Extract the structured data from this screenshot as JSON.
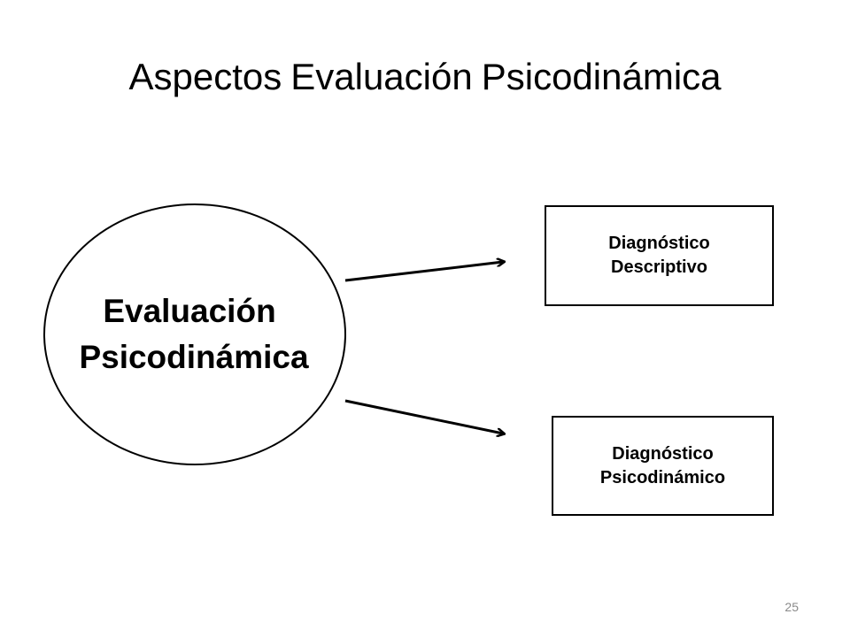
{
  "slide": {
    "title_words": [
      "Aspectos",
      "Evaluación",
      "Psicodinámica"
    ],
    "page_number": "25"
  },
  "diagram": {
    "center_node": {
      "line1": "Evaluación",
      "line2": "Psicodinámica"
    },
    "nodes": [
      {
        "line1": "Diagnóstico",
        "line2": "Descriptivo"
      },
      {
        "line1": "Diagnóstico",
        "line2": "Psicodinámico"
      }
    ],
    "stroke_color": "#000000",
    "background_color": "#ffffff"
  }
}
